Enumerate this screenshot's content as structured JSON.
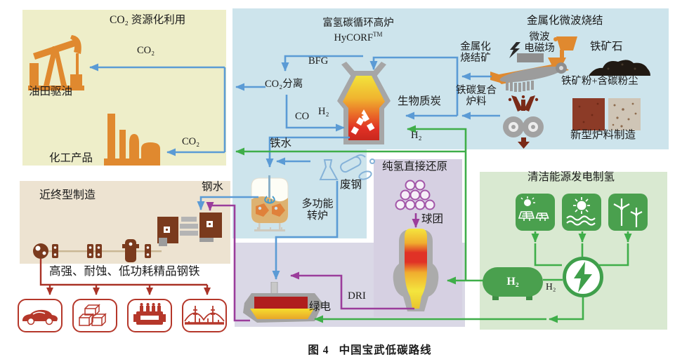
{
  "figure": {
    "caption_prefix": "图 4",
    "caption_title": "中国宝武低碳路线"
  },
  "co2_box": {
    "title": "CO₂ 资源化利用",
    "co2_to_oil": "CO₂",
    "co2_to_chem": "CO₂",
    "oil_field": "油田驱油",
    "chemical_products": "化工产品"
  },
  "hycorf_box": {
    "title_cn": "富氢碳循环高炉",
    "title_en": "HyCORF",
    "title_sup": "TM",
    "bfg": "BFG",
    "co2_separation": "CO₂分离",
    "co": "CO",
    "h2": "H₂",
    "biomass_char": "生物质炭",
    "h2_injection": "H₂",
    "molten_iron": "铁水",
    "scrap_steel": "废钢",
    "converter_line1": "多功能",
    "converter_line2": "转炉"
  },
  "microwave_box": {
    "title": "金属化微波烧结",
    "field_line1": "微波",
    "field_line2": "电磁场",
    "iron_ore": "铁矿石",
    "ore_dust": "铁矿粉+含碳粉尘",
    "sinter_line1": "金属化",
    "sinter_line2": "烧结矿",
    "composite_line1": "铁碳复合",
    "composite_line2": "炉料",
    "new_charge": "新型炉料制造"
  },
  "dri_box": {
    "title": "纯氢直接还原",
    "pellets": "球团",
    "dri_label": "DRI"
  },
  "clean_energy_box": {
    "title": "清洁能源发电制氢",
    "tank_label": "H₂",
    "electrolyzer_h2": "H₂",
    "green_power": "绿电"
  },
  "nearnet_box": {
    "title": "近终型制造",
    "molten_steel": "钢水",
    "premium_steel": "高强、耐蚀、低功耗精品钢铁"
  },
  "colors": {
    "arrow_blue": "#5b9bd5",
    "arrow_green": "#3fae49",
    "arrow_purple": "#9b3d9b",
    "arrow_red": "#a93226",
    "orange": "#e0892f",
    "dark_red": "#7a2a18",
    "box_yellow": "#eeeec9",
    "box_blue": "#cde4ec",
    "box_purple": "#d6d0e2",
    "box_lavender": "#dad8e6",
    "box_tan": "#ede3d1",
    "box_green": "#d9e9d1"
  }
}
